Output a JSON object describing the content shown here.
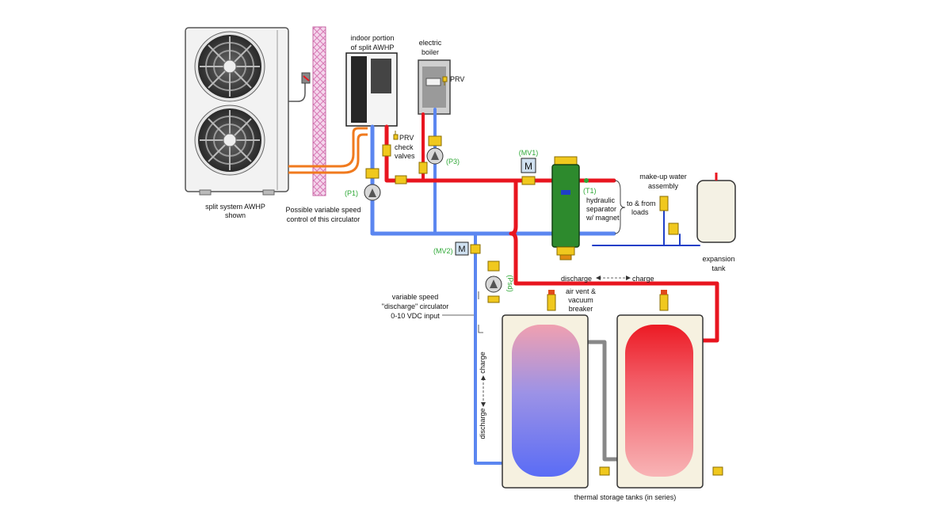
{
  "labels": {
    "awhp_outdoor_line1": "split system AWHP",
    "awhp_outdoor_line2": "shown",
    "indoor_line1": "indoor portion",
    "indoor_line2": "of split AWHP",
    "boiler_line1": "electric",
    "boiler_line2": "boiler",
    "prv_boiler": "PRV",
    "prv_indoor": "PRV",
    "check_line1": "check",
    "check_line2": "valves",
    "varspeed_line1": "Possible variable speed",
    "varspeed_line2": "control of this circulator",
    "sep_line1": "hydraulic",
    "sep_line2": "separator",
    "sep_line3": "w/ magnet",
    "loads_line1": "to & from",
    "loads_line2": "loads",
    "makeup_line1": "make-up water",
    "makeup_line2": "assembly",
    "exp_line1": "expansion",
    "exp_line2": "tank",
    "discharge_h": "discharge",
    "charge_h": "charge",
    "airvent_line1": "air vent &",
    "airvent_line2": "vacuum",
    "airvent_line3": "breaker",
    "circ_line1": "variable speed",
    "circ_line2": "\"discharge\" circulator",
    "circ_line3": "0-10 VDC input",
    "charge_v": "charge",
    "discharge_v": "discharge",
    "tanks": "thermal storage tanks (in series)"
  },
  "tags": {
    "p1": "(P1)",
    "p3": "(P3)",
    "mv1": "(MV1)",
    "mv2": "(MV2)",
    "t1": "(T1)",
    "psd": "(Psd)"
  },
  "actuator_letter": "M",
  "colors": {
    "hot": "#e8151f",
    "cold": "#5b86f0",
    "dark_blue": "#1f3fc8",
    "refrigerant": "#f07a1e",
    "separator": "#2d8a2d",
    "valve": "#f0c81e",
    "tag_green": "#2ea836"
  }
}
